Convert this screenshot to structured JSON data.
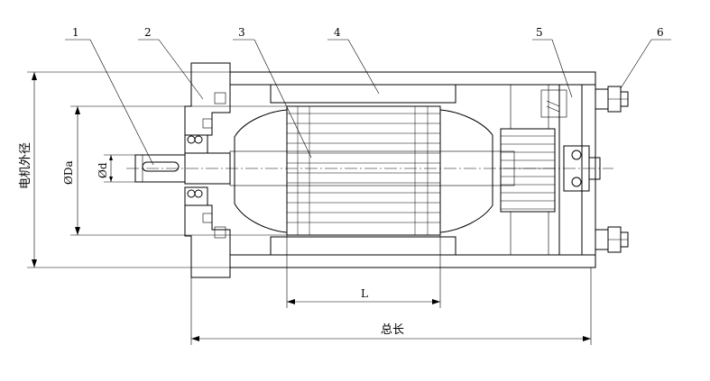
{
  "callouts": [
    "1",
    "2",
    "3",
    "4",
    "5",
    "6"
  ],
  "dimensions": {
    "overall_length": "总长",
    "core_length": "L",
    "outer_diameter": "电机外径",
    "armature_diameter": "ØDa",
    "shaft_diameter": "Ød"
  }
}
